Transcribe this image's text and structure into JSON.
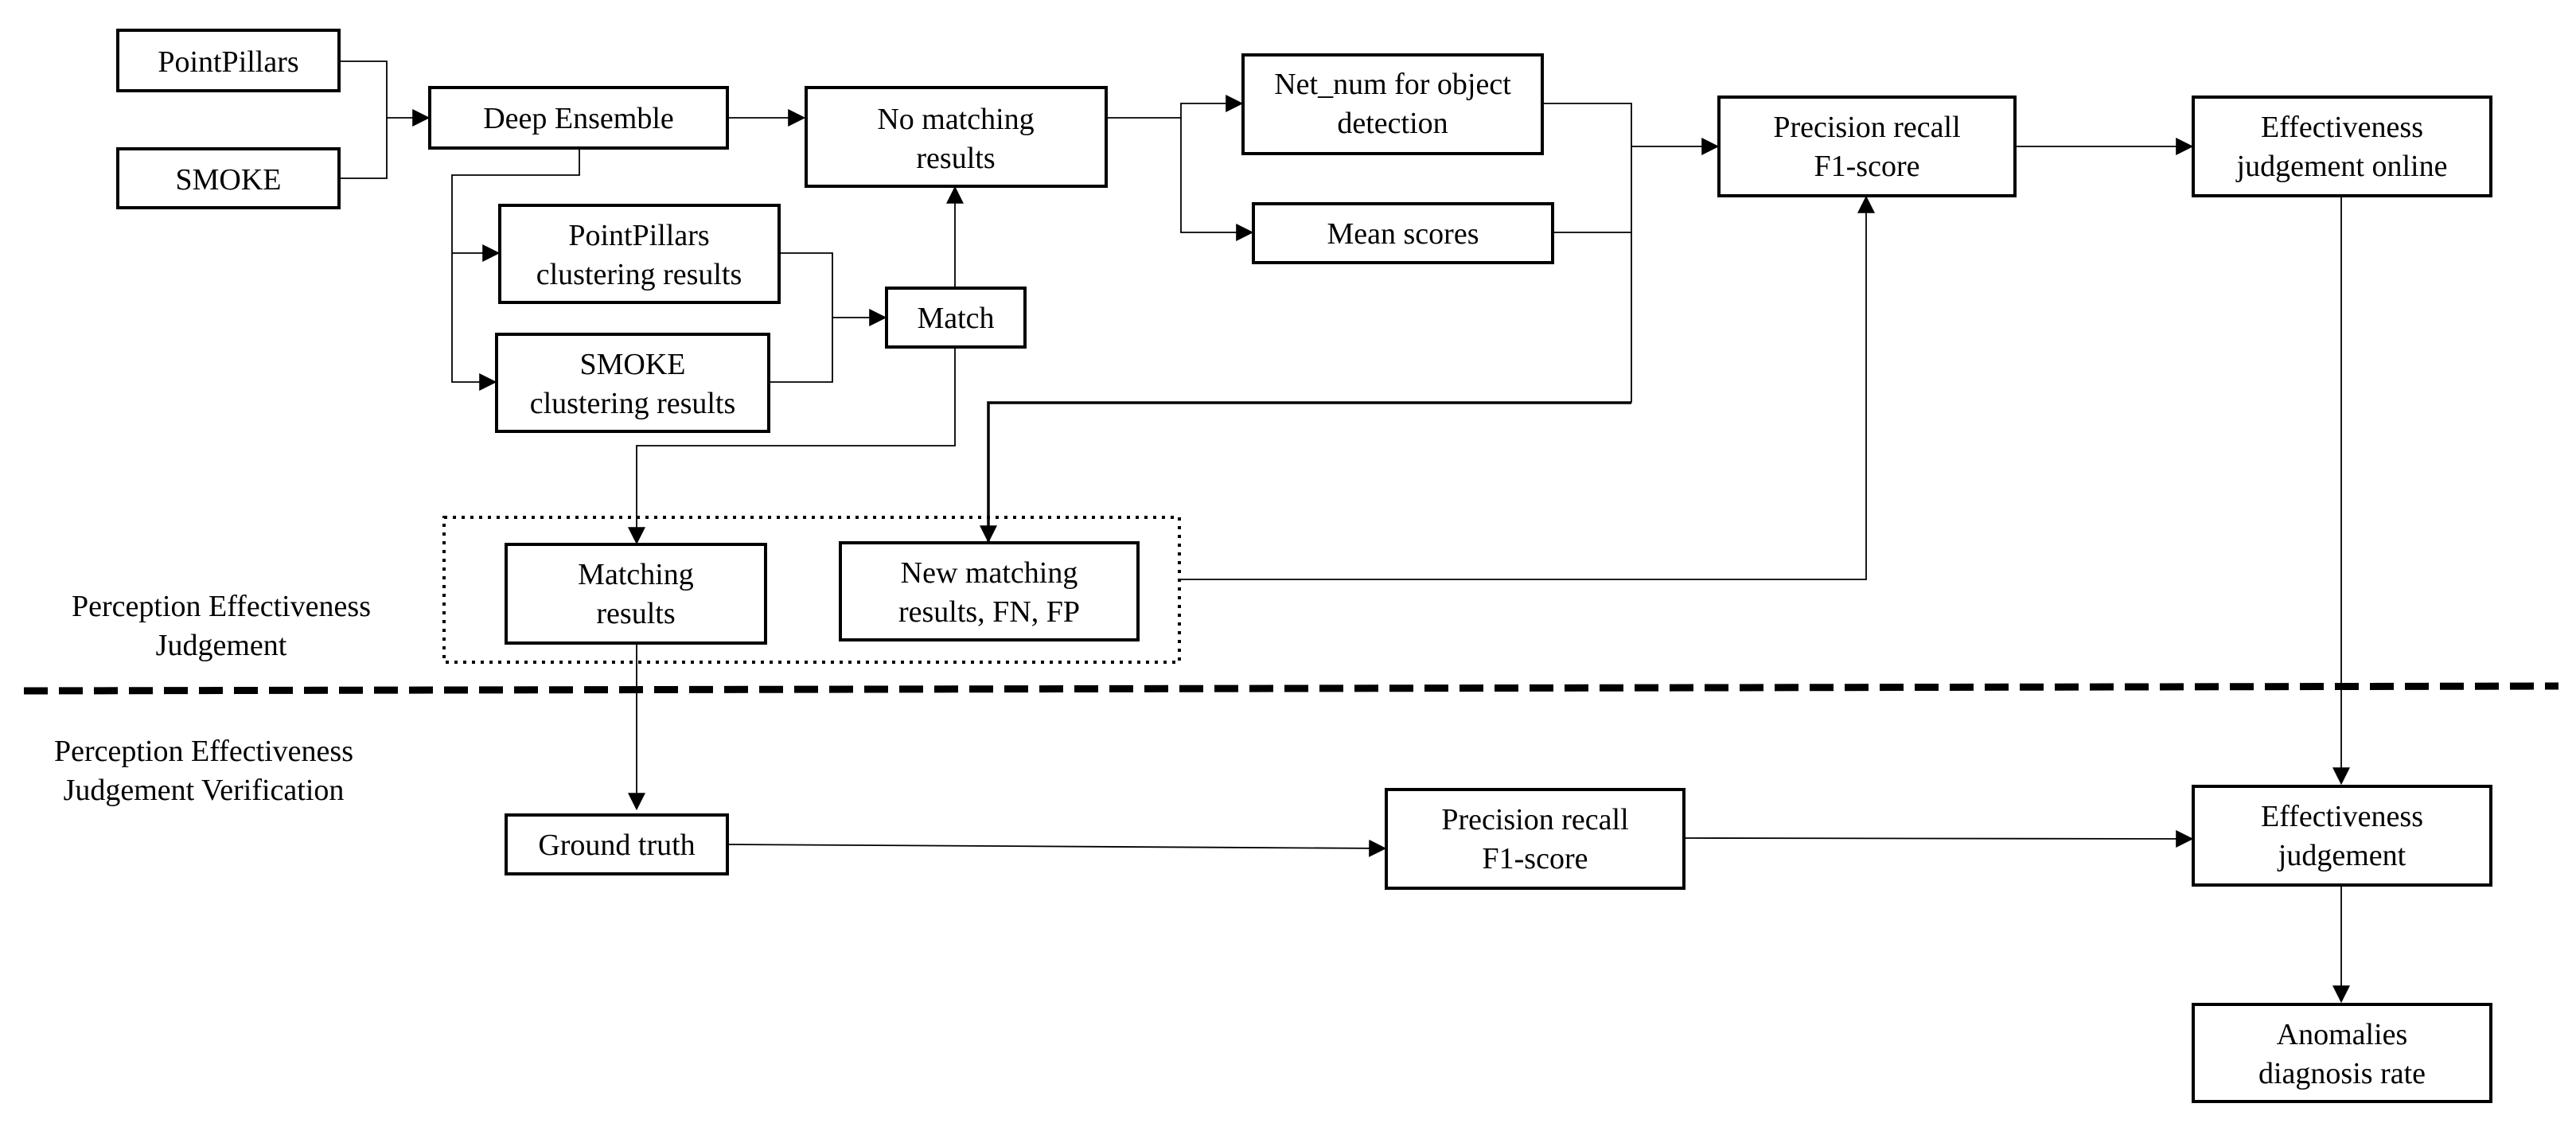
{
  "nodes": {
    "pointpillars": "PointPillars",
    "smoke": "SMOKE",
    "deep_ensemble": "Deep Ensemble",
    "no_matching": [
      "No matching",
      "results"
    ],
    "net_num": [
      "Net_num for object",
      "detection"
    ],
    "mean_scores": "Mean scores",
    "prf_online": [
      "Precision  recall",
      "F1-score"
    ],
    "eff_online": [
      "Effectiveness",
      "judgement online"
    ],
    "pp_cluster": [
      "PointPillars",
      "clustering results"
    ],
    "smoke_cluster": [
      "SMOKE",
      "clustering results"
    ],
    "match": "Match",
    "matching_results": [
      "Matching",
      "results"
    ],
    "new_matching": [
      "New matching",
      "results, FN, FP"
    ],
    "ground_truth": "Ground truth",
    "prf_verify": [
      "Precision  recall",
      "F1-score"
    ],
    "eff_judgement": [
      "Effectiveness",
      "judgement"
    ],
    "anomalies": [
      "Anomalies",
      "diagnosis rate"
    ]
  },
  "sections": {
    "judgement": [
      "Perception Effectiveness",
      "Judgement"
    ],
    "verification": [
      "Perception Effectiveness",
      "Judgement Verification"
    ]
  }
}
